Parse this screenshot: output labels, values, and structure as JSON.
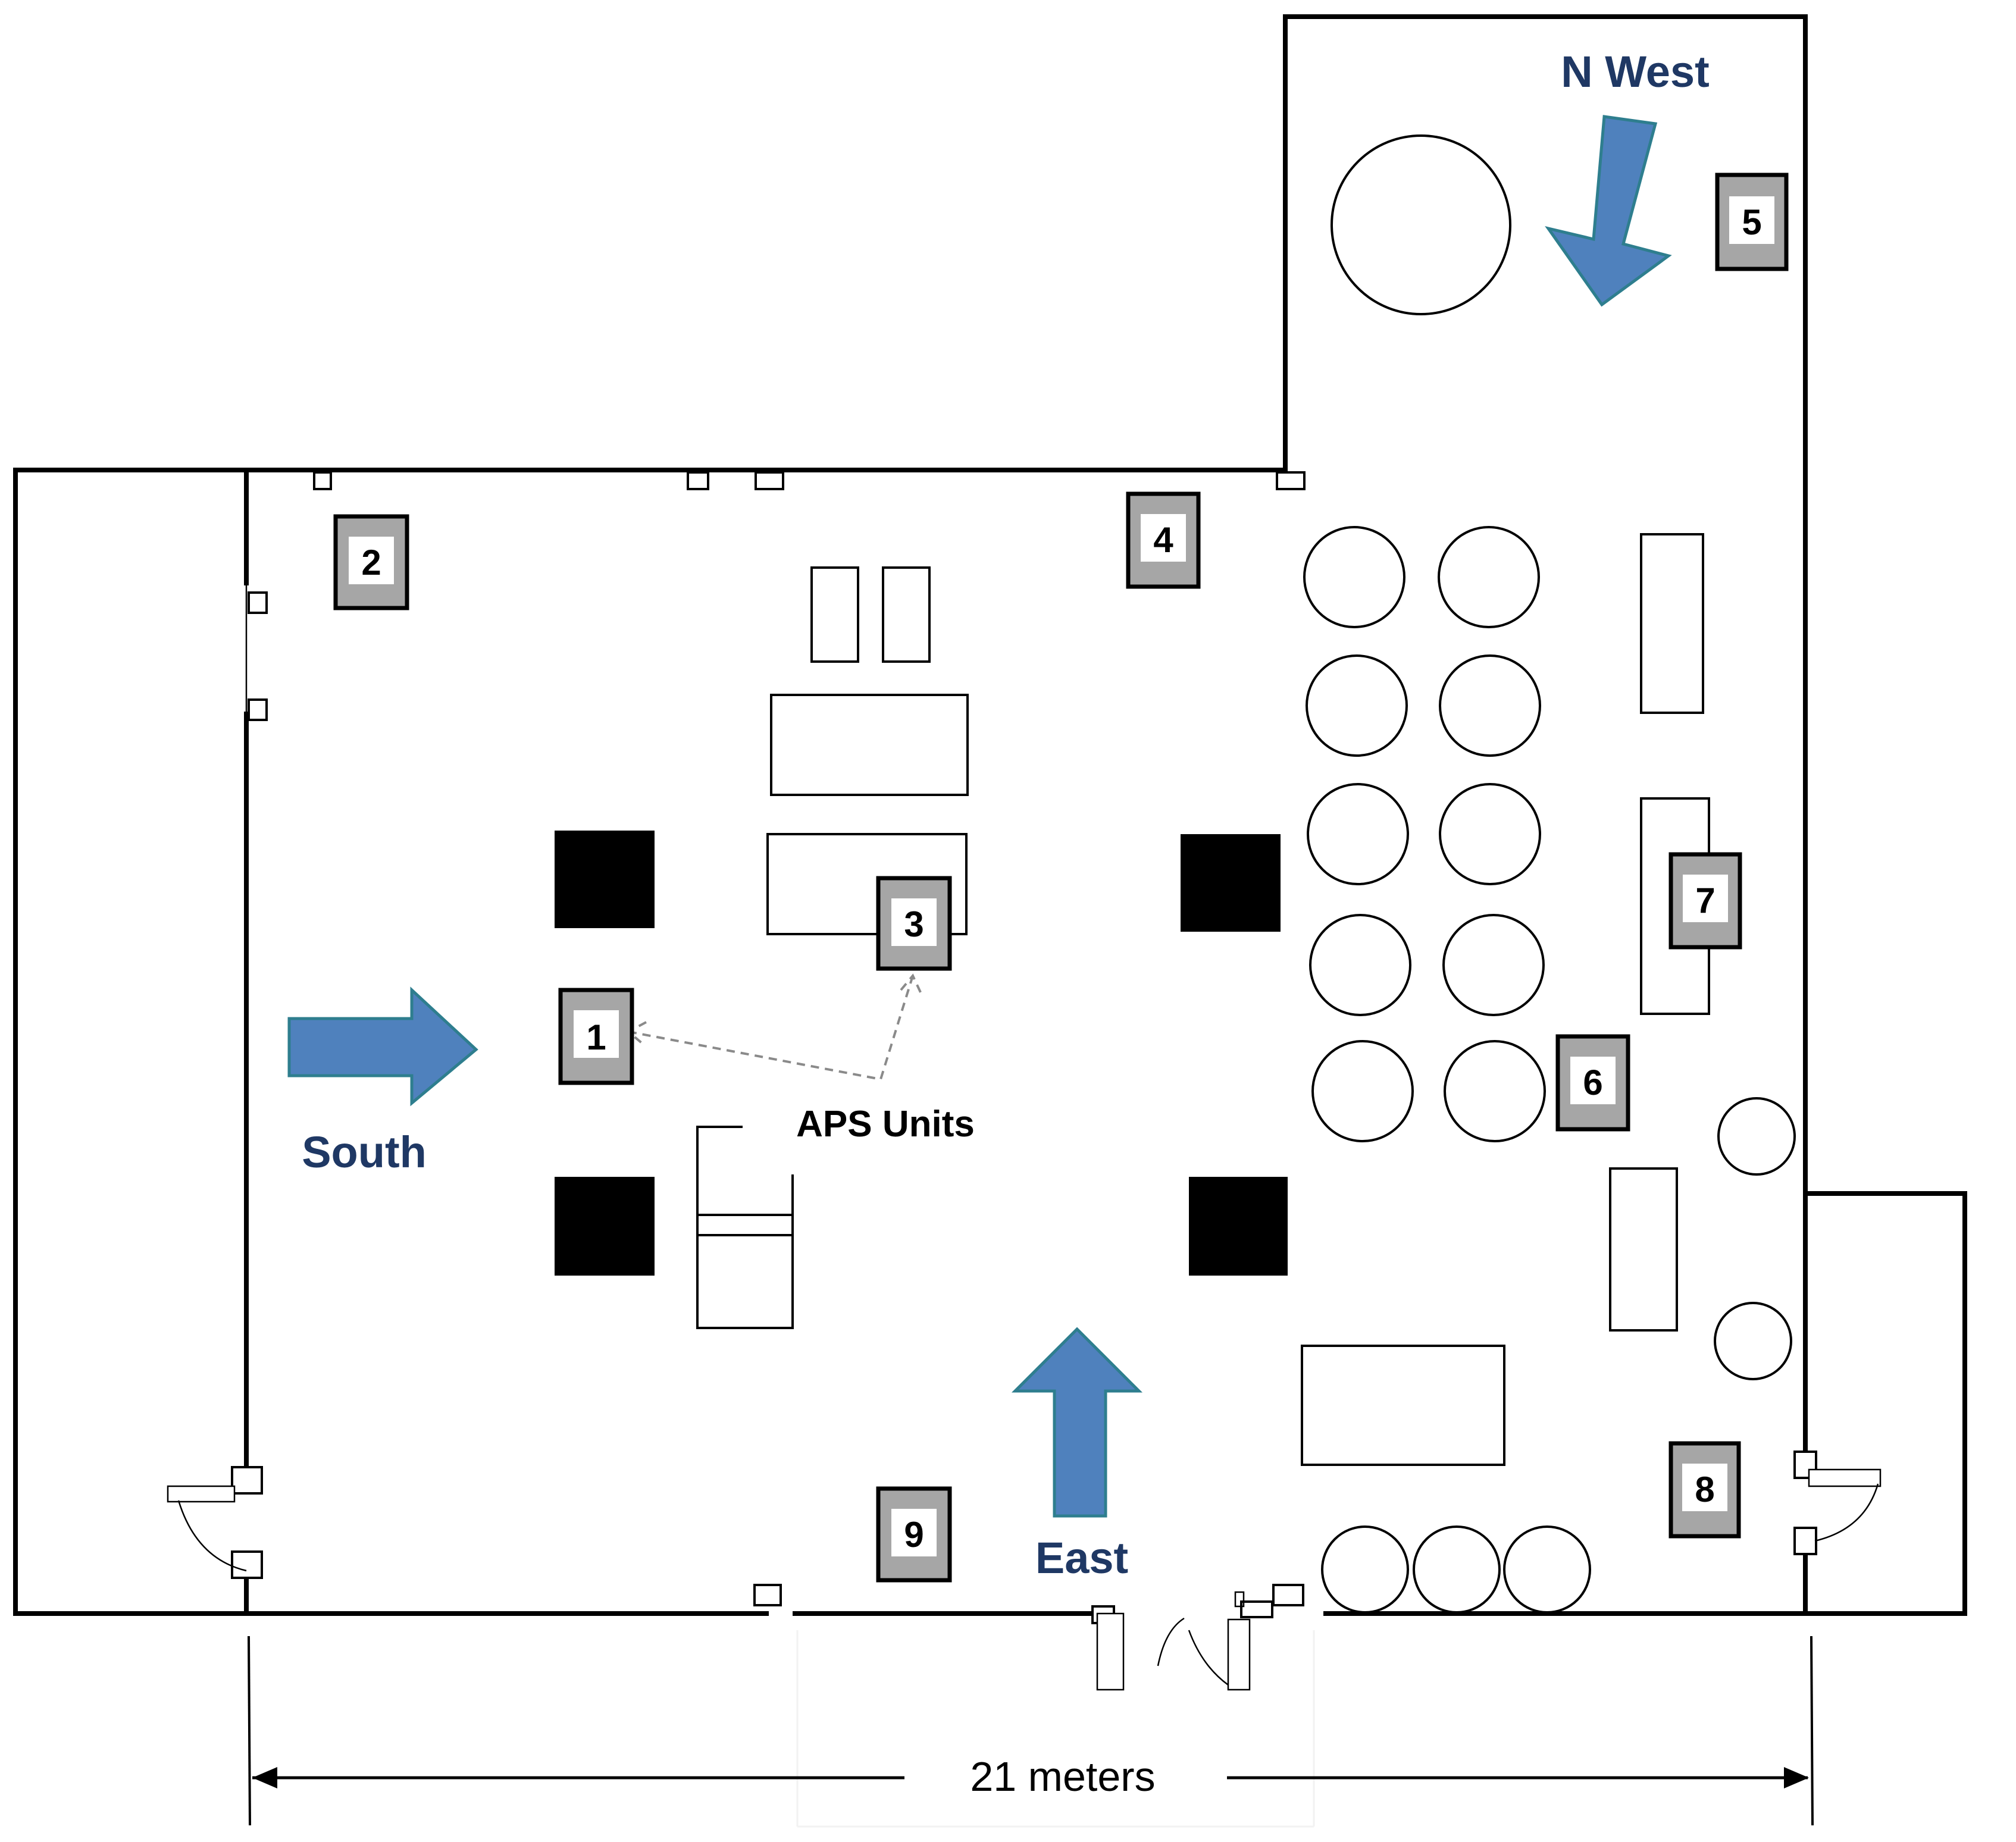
{
  "labels": {
    "north_west": "N West",
    "south": "South",
    "east": "East",
    "aps_units": "APS Units",
    "width_dimension": "21 meters"
  },
  "markers": [
    "1",
    "2",
    "3",
    "4",
    "5",
    "6",
    "7",
    "8",
    "9"
  ],
  "colors": {
    "arrow_fill": "#4f81bd",
    "arrow_stroke": "#2e7e8e",
    "direction_text": "#1f3864",
    "marker_frame": "#a6a6a6",
    "pillar": "#000000"
  }
}
